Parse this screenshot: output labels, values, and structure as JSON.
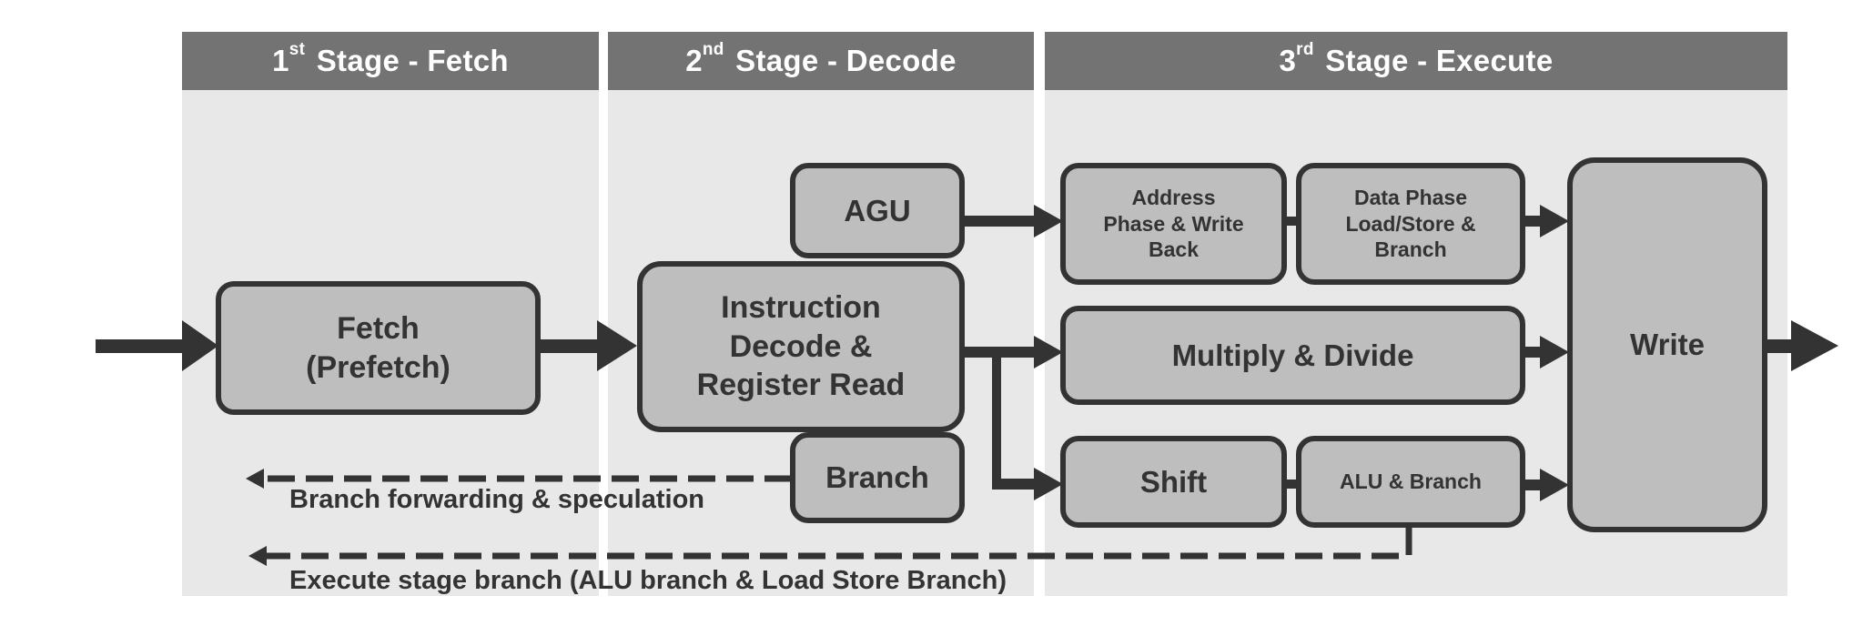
{
  "stages": [
    {
      "num": "1",
      "sup": "st",
      "title": " Stage - Fetch"
    },
    {
      "num": "2",
      "sup": "nd",
      "title": " Stage - Decode"
    },
    {
      "num": "3",
      "sup": "rd",
      "title": " Stage - Execute"
    }
  ],
  "blocks": {
    "fetch": "Fetch\n(Prefetch)",
    "agu": "AGU",
    "decode": "Instruction\nDecode &\nRegister Read",
    "branch": "Branch",
    "address_phase": "Address\nPhase & Write\nBack",
    "data_phase": "Data Phase\nLoad/Store &\nBranch",
    "multiply": "Multiply & Divide",
    "shift": "Shift",
    "alu": "ALU & Branch",
    "write": "Write"
  },
  "captions": {
    "branch_forwarding": "Branch forwarding & speculation",
    "execute_branch": "Execute stage branch (ALU branch & Load Store Branch)"
  },
  "colors": {
    "header_bg": "#737373",
    "panel_bg": "#e8e8e8",
    "block_fill": "#bebebe",
    "stroke": "#333333"
  }
}
